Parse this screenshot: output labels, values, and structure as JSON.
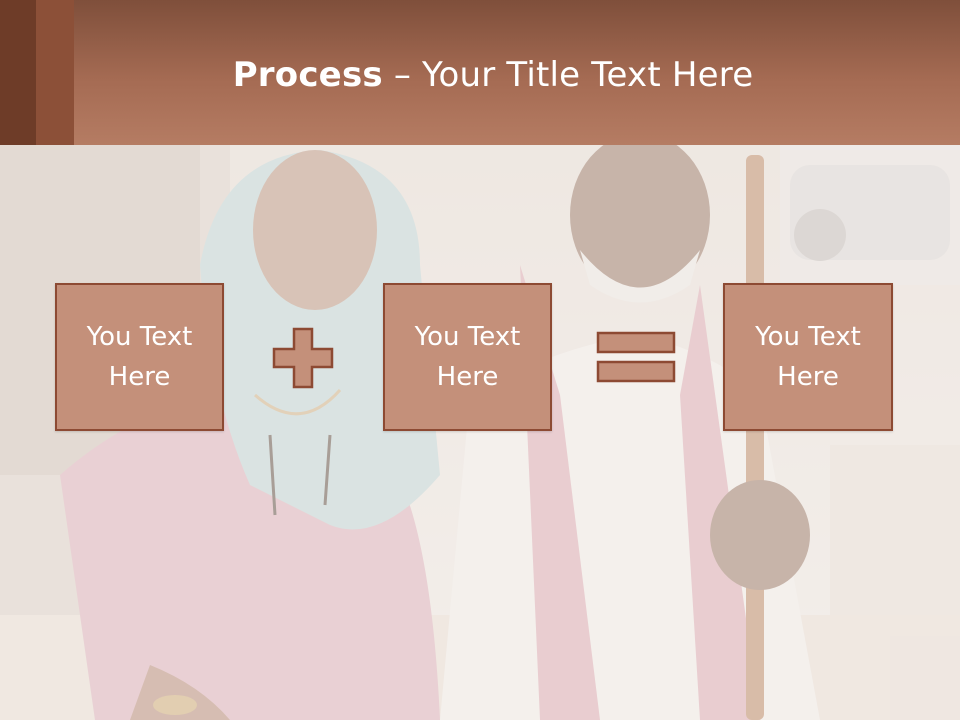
{
  "slide": {
    "title_bold": "Process",
    "title_rest": " – Your Title Text Here"
  },
  "steps": [
    {
      "label": "You Text Here"
    },
    {
      "label": "You Text Here"
    },
    {
      "label": "You Text Here"
    }
  ],
  "operators": [
    "plus-icon",
    "equals-icon"
  ],
  "colors": {
    "header": "#a56b53",
    "box_fill": "#c4907a",
    "box_border": "#8d4a33",
    "text": "#ffffff"
  }
}
